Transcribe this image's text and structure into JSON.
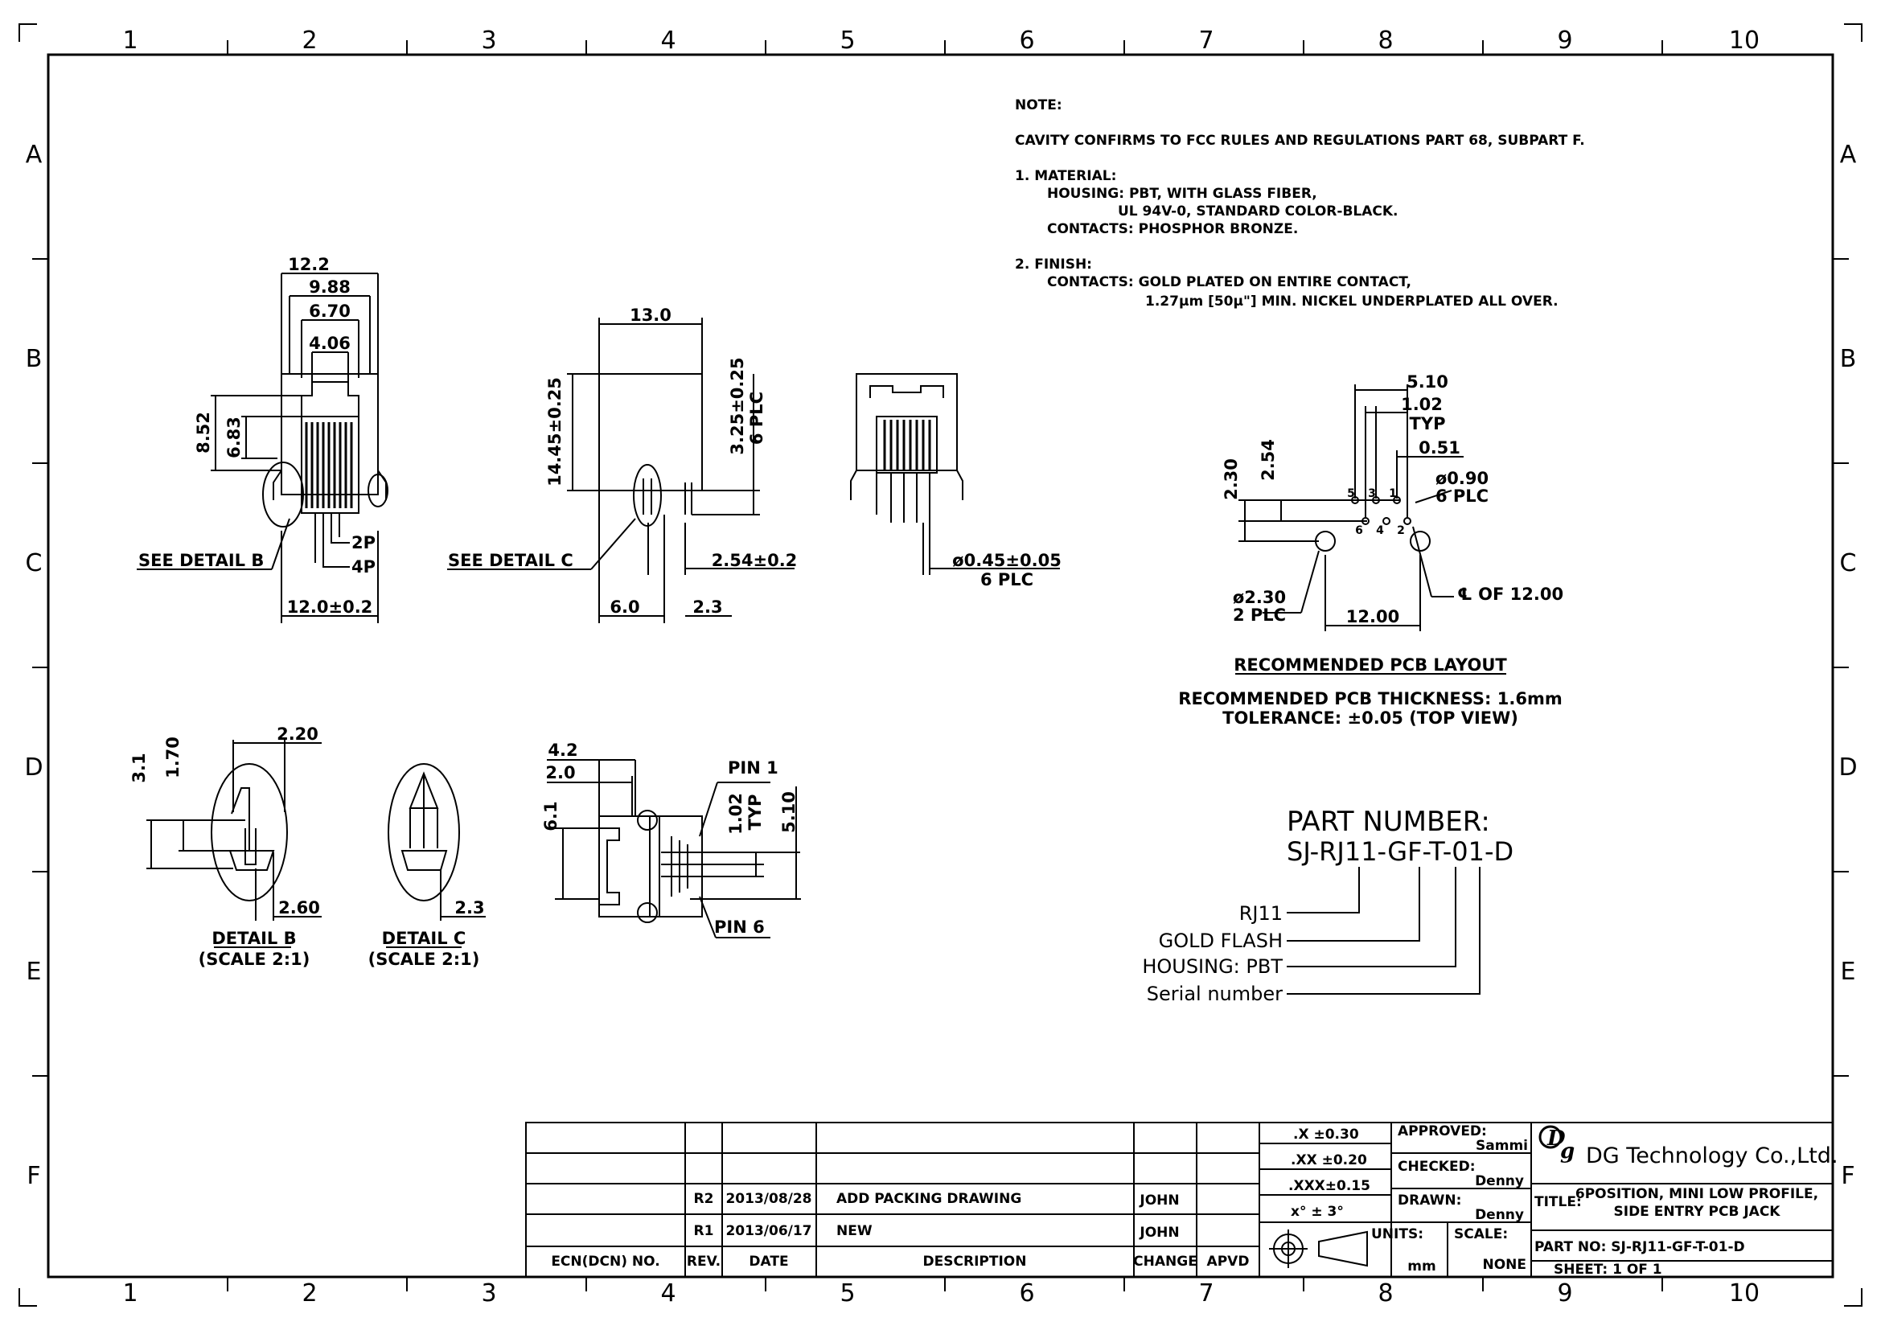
{
  "border": {
    "columns": [
      "1",
      "2",
      "3",
      "4",
      "5",
      "6",
      "7",
      "8",
      "9",
      "10"
    ],
    "rows": [
      "A",
      "B",
      "C",
      "D",
      "E",
      "F"
    ]
  },
  "notes": {
    "heading": "NOTE:",
    "cavity": "CAVITY CONFIRMS TO FCC RULES AND REGULATIONS PART 68, SUBPART F.",
    "material_head": "1.  MATERIAL:",
    "material_housing": "HOUSING:  PBT,  WITH  GLASS  FIBER,",
    "material_housing2": "UL  94V-0,  STANDARD  COLOR-BLACK.",
    "material_contacts": "CONTACTS:  PHOSPHOR  BRONZE.",
    "finish_head": "2.  FINISH:",
    "finish_contacts": "CONTACTS:  GOLD  PLATED  ON  ENTIRE  CONTACT,",
    "finish_contacts2": "1.27μm  [50μ\"]  MIN.  NICKEL  UNDERPLATED  ALL  OVER."
  },
  "front_view": {
    "d1": "12.2",
    "d2": "9.88",
    "d3": "6.70",
    "d4": "4.06",
    "h1": "8.52",
    "h2": "6.83",
    "p2": "2P",
    "p4": "4P",
    "see_detail": "SEE  DETAIL  B",
    "bottom": "12.0±0.2"
  },
  "side_view": {
    "width": "13.0",
    "height": "14.45±0.25",
    "pin_h": "3.25±0.25",
    "pin_h_note": "6  PLC",
    "see_detail": "SEE  DETAIL  C",
    "pitch": "2.54±0.2",
    "d_left": "6.0",
    "d_right": "2.3"
  },
  "back_view": {
    "pin_dia": "ø0.45±0.05",
    "pin_note": "6  PLC"
  },
  "pcb_layout": {
    "d510": "5.10",
    "d102": "1.02",
    "typ": "TYP",
    "d051": "0.51",
    "h230": "2.30",
    "h254": "2.54",
    "hole": "ø0.90",
    "hole_note": "6  PLC",
    "big_hole": "ø2.30",
    "big_hole_note": "2  PLC",
    "span": "12.00",
    "cl": "℄  OF  12.00",
    "pins_top": [
      "5",
      "3",
      "1"
    ],
    "pins_bot": [
      "6",
      "4",
      "2"
    ],
    "title": "RECOMMENDED  PCB  LAYOUT",
    "thickness": "RECOMMENDED  PCB  THICKNESS:  1.6mm",
    "tolerance": "TOLERANCE:  ±0.05  (TOP  VIEW)"
  },
  "detail_b": {
    "w": "2.20",
    "h1": "3.1",
    "h2": "1.70",
    "b": "2.60",
    "label": "DETAIL  B",
    "scale": "(SCALE  2:1)"
  },
  "detail_c": {
    "b": "2.3",
    "label": "DETAIL  C",
    "scale": "(SCALE  2:1)"
  },
  "top_view": {
    "d42": "4.2",
    "d20": "2.0",
    "h61": "6.1",
    "pin1": "PIN  1",
    "pin6": "PIN  6",
    "d102": "1.02",
    "typ": "TYP",
    "d510": "5.10"
  },
  "part_number": {
    "heading": "PART  NUMBER:",
    "code": "SJ-RJ11-GF-T-01-D",
    "legend": [
      "RJ11",
      "GOLD FLASH",
      "HOUSING: PBT",
      "Serial number"
    ]
  },
  "revisions": {
    "headers": {
      "ecn": "ECN(DCN)  NO.",
      "rev": "REV.",
      "date": "DATE",
      "desc": "DESCRIPTION",
      "change": "CHANGE",
      "apvd": "APVD"
    },
    "rows": [
      {
        "rev": "R2",
        "date": "2013/08/28",
        "desc": "ADD  PACKING  DRAWING",
        "change": "JOHN"
      },
      {
        "rev": "R1",
        "date": "2013/06/17",
        "desc": "NEW",
        "change": "JOHN"
      }
    ]
  },
  "tolerances": [
    ".X   ±0.30",
    ".XX  ±0.20",
    ".XXX±0.15",
    "x°  ±  3°"
  ],
  "approvals": {
    "approved_label": "APPROVED:",
    "approved": "Sammi",
    "checked_label": "CHECKED:",
    "checked": "Denny",
    "drawn_label": "DRAWN:",
    "drawn": "Denny",
    "units_label": "UNITS:",
    "units": "mm",
    "scale_label": "SCALE:",
    "scale": "NONE"
  },
  "company": {
    "name": "DG Technology Co.,Ltd.",
    "title_label": "TITLE:",
    "title1": "6POSITION,  MINI  LOW  PROFILE,",
    "title2": "SIDE  ENTRY  PCB  JACK",
    "part_no": "PART  NO:  SJ-RJ11-GF-T-01-D",
    "sheet": "SHEET:   1      OF      1"
  }
}
